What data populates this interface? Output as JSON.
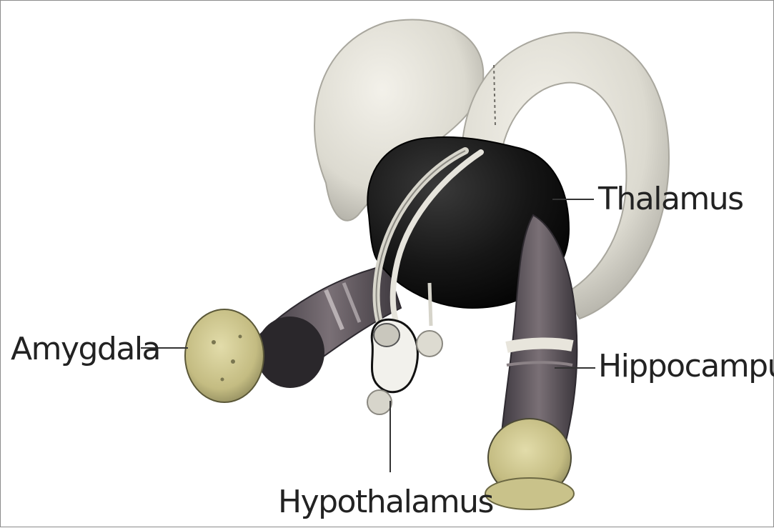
{
  "labels": {
    "thalamus": "Thalamus",
    "amygdala": "Amygdala",
    "hippocampus": "Hippocampus",
    "hypothalamus": "Hypothalamus"
  },
  "colors": {
    "background": "#ffffff",
    "fornix_light": "#e6e4dc",
    "fornix_shade": "#b9b7ae",
    "thalamus": "#151515",
    "hippocampus": "#5e5660",
    "amygdala": "#cdc690",
    "leader_line": "#333333"
  }
}
